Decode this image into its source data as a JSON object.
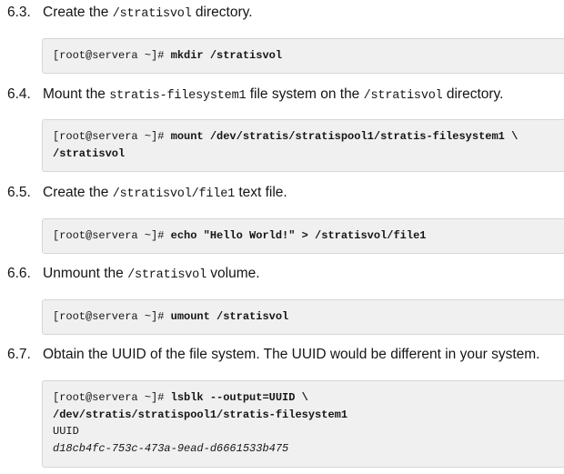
{
  "steps": [
    {
      "number": "6.3.",
      "text": [
        "Create the ",
        "/stratisvol",
        " directory."
      ],
      "code": [
        {
          "prompt": "[root@servera ~]# ",
          "command": "mkdir /stratisvol"
        }
      ]
    },
    {
      "number": "6.4.",
      "text": [
        "Mount the ",
        "stratis-filesystem1",
        " file system on the ",
        "/stratisvol",
        " directory."
      ],
      "code": [
        {
          "prompt": "[root@servera ~]# ",
          "command": "mount /dev/stratis/stratispool1/stratis-filesystem1 \\"
        },
        {
          "command": "/stratisvol"
        }
      ]
    },
    {
      "number": "6.5.",
      "text": [
        "Create the ",
        "/stratisvol/file1",
        " text file."
      ],
      "code": [
        {
          "prompt": "[root@servera ~]# ",
          "command": "echo \"Hello World!\" > /stratisvol/file1"
        }
      ]
    },
    {
      "number": "6.6.",
      "text": [
        "Unmount the ",
        "/stratisvol",
        " volume."
      ],
      "code": [
        {
          "prompt": "[root@servera ~]# ",
          "command": "umount /stratisvol"
        }
      ]
    },
    {
      "number": "6.7.",
      "text": [
        "Obtain the UUID of the file system. The UUID would be different in your system."
      ],
      "code": [
        {
          "prompt": "[root@servera ~]# ",
          "command": "lsblk --output=UUID \\"
        },
        {
          "command": "/dev/stratis/stratispool1/stratis-filesystem1"
        },
        {
          "output": "UUID"
        },
        {
          "output_italic": "d18cb4fc-753c-473a-9ead-d6661533b475"
        }
      ]
    }
  ]
}
